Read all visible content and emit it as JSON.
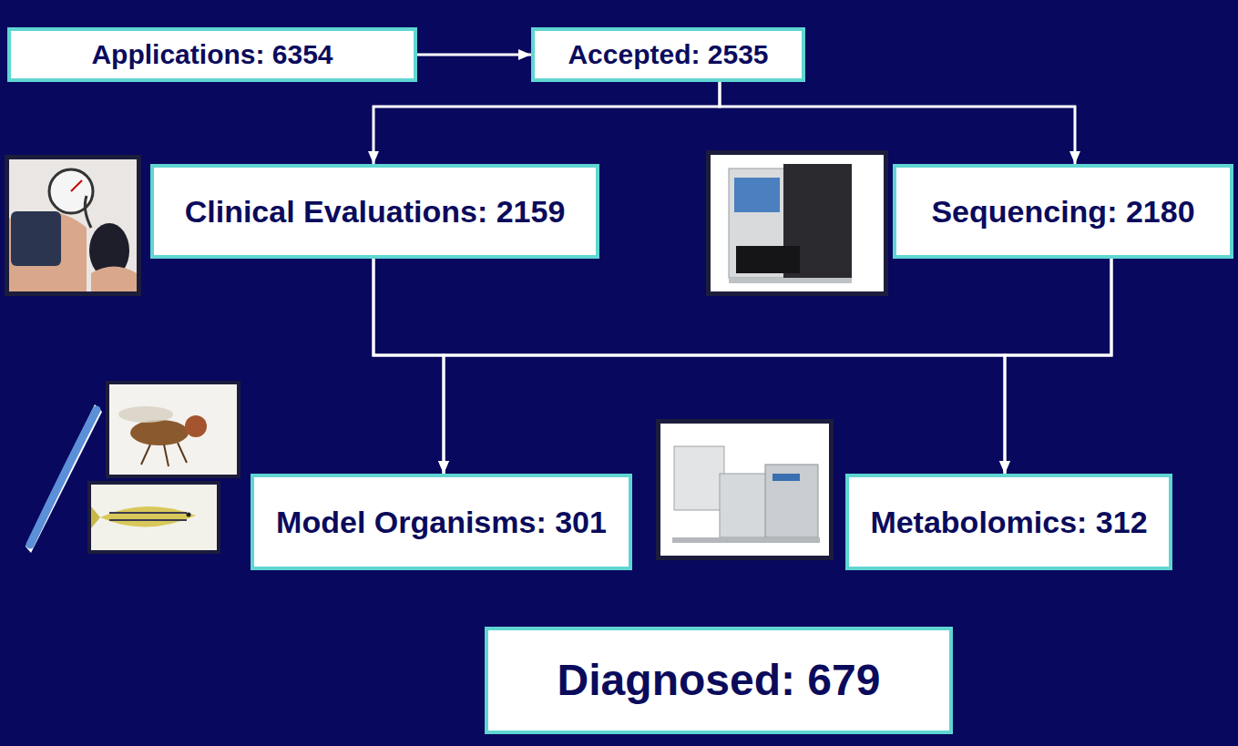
{
  "diagram": {
    "nodes": [
      {
        "text": [
          "Applications: 6354"
        ]
      },
      {
        "text": [
          "Accepted: 2535"
        ]
      },
      {
        "text": [
          "Clinical Evaluations: 2159"
        ]
      },
      {
        "text": [
          "Sequencing: 2180"
        ]
      },
      {
        "text": [
          "Model Organisms: 301"
        ]
      },
      {
        "text": [
          "Metabolomics: 312"
        ]
      },
      {
        "text": [
          "Diagnosed: 679"
        ]
      }
    ],
    "edges": [
      {
        "from": 0,
        "to": 1,
        "arrow": "to"
      },
      {
        "from": 1,
        "to": 2,
        "arrow": "to"
      },
      {
        "from": 1,
        "to": 3,
        "arrow": "to"
      },
      {
        "from": 2,
        "to": 4,
        "arrow": "to"
      },
      {
        "from": 2,
        "to": 5,
        "arrow": "to"
      },
      {
        "from": 3,
        "to": 4,
        "arrow": "to"
      },
      {
        "from": 3,
        "to": 5,
        "arrow": "to"
      }
    ]
  }
}
